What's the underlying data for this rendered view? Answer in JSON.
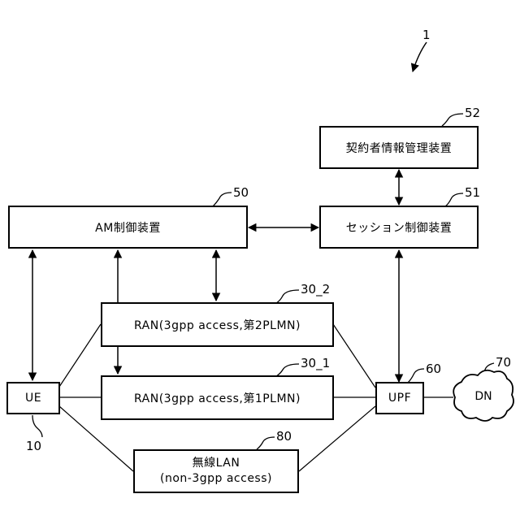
{
  "figure_ref": "1",
  "nodes": {
    "subscriber_mgmt": {
      "label": "契約者情報管理装置",
      "ref": "52"
    },
    "am_control": {
      "label": "AM制御装置",
      "ref": "50"
    },
    "session_control": {
      "label": "セッション制御装置",
      "ref": "51"
    },
    "ran_2": {
      "label": "RAN(3gpp access,第2PLMN)",
      "ref": "30_2"
    },
    "ran_1": {
      "label": "RAN(3gpp access,第1PLMN)",
      "ref": "30_1"
    },
    "ue": {
      "label": "UE",
      "ref": "10"
    },
    "upf": {
      "label": "UPF",
      "ref": "60"
    },
    "dn": {
      "label": "DN",
      "ref": "70"
    },
    "wlan": {
      "label_line1": "無線LAN",
      "label_line2": "(non-3gpp access)",
      "ref": "80"
    }
  }
}
